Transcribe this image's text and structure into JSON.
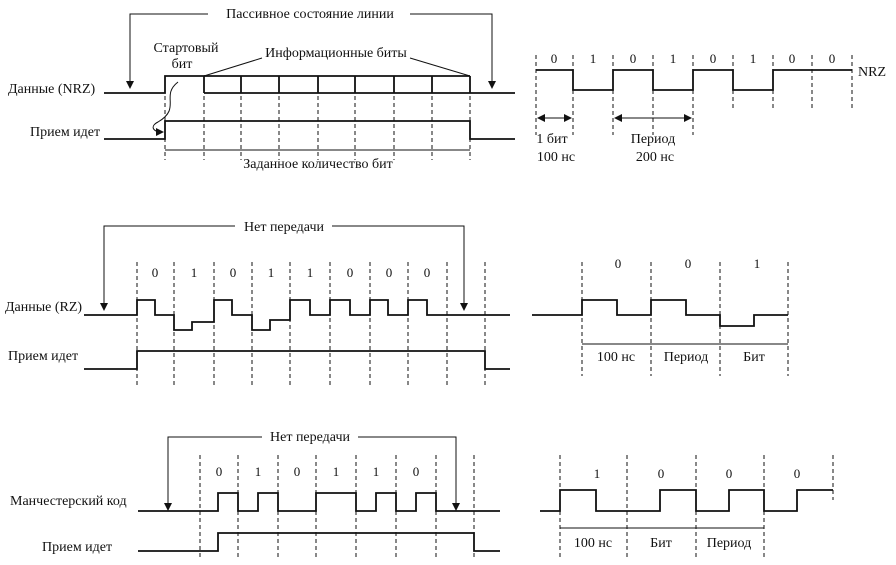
{
  "nrz": {
    "passive_label": "Пассивное состояние линии",
    "start_bit_line1": "Стартовый",
    "start_bit_line2": "бит",
    "info_bits_label": "Информационные биты",
    "data_label": "Данные (NRZ)",
    "receive_label": "Прием идет",
    "count_label": "Заданное количество бит",
    "detail_bits": [
      "0",
      "1",
      "0",
      "1",
      "0",
      "1",
      "0",
      "0"
    ],
    "detail_tag": "NRZ",
    "bit_line1": "1 бит",
    "bit_line2": "100 нс",
    "period_line1": "Период",
    "period_line2": "200 нс"
  },
  "rz": {
    "no_tx_label": "Нет передачи",
    "data_label": "Данные (RZ)",
    "receive_label": "Прием идет",
    "bits": [
      "0",
      "1",
      "0",
      "1",
      "1",
      "0",
      "0",
      "0"
    ],
    "detail_bits": [
      "0",
      "0",
      "1"
    ],
    "detail_ns": "100 нс",
    "detail_period": "Период",
    "detail_bit": "Бит"
  },
  "manchester": {
    "no_tx_label": "Нет передачи",
    "data_label": "Манчестерский код",
    "receive_label": "Прием идет",
    "bits": [
      "0",
      "1",
      "0",
      "1",
      "1",
      "0"
    ],
    "detail_bits": [
      "1",
      "0",
      "0",
      "0"
    ],
    "detail_ns": "100 нс",
    "detail_bit": "Бит",
    "detail_period": "Период"
  }
}
